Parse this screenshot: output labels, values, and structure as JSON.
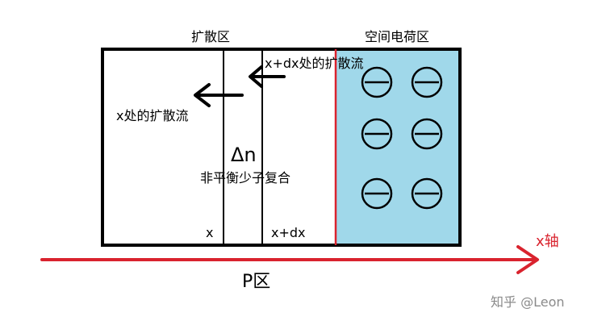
{
  "labels": {
    "diffusion_region": "扩散区",
    "space_charge_region": "空间电荷区",
    "flow_at_x_plus_dx": "x+dx处的扩散流",
    "flow_at_x": "x处的扩散流",
    "delta_n": "Δn",
    "recombination": "非平衡少子复合",
    "x_mark": "x",
    "x_plus_dx_mark": "x+dx",
    "x_axis": "x轴",
    "p_region": "P区"
  },
  "ions": {
    "symbol": "minus-ion",
    "count": 6
  },
  "colors": {
    "depletion_fill": "#a0d8ea",
    "boundary": "#d9232e",
    "axis": "#d9232e",
    "outline": "#000000"
  },
  "watermark": "知乎 @Leon"
}
